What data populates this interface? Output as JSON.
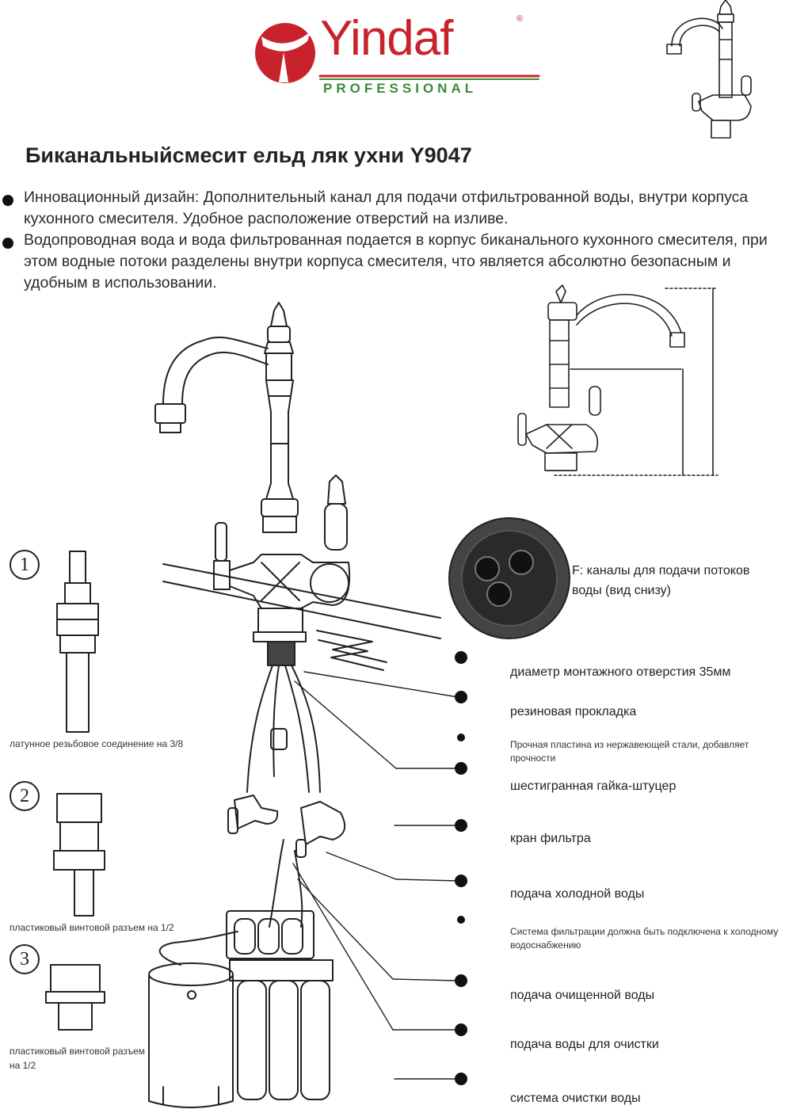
{
  "brand": {
    "name": "Yindaf",
    "tagline": "PROFESSIONAL",
    "registered": "®",
    "red": "#c8232c",
    "green": "#3a8a3a"
  },
  "title": "Биканальныйсмесит ельд ляк ухни Y9047",
  "bullets": [
    "Инновационный дизайн: Дополнительный канал для подачи отфильтрованной воды, внутри корпуса кухонного смесителя. Удобное расположение отверстий на изливе.",
    "Водопроводная вода и вода фильтрованная подается в корпус биканального кухонного смесителя, при этом водные потоки разделены внутри корпуса смесителя, что является абсолютно безопасным и удобным в использовании."
  ],
  "channels_label": "F: каналы для подачи потоков воды (вид снизу)",
  "callouts": [
    "диаметр монтажного отверстия 35мм",
    "резиновая прокладка",
    "Прочная пластина из нержавеющей стали, добавляет прочности",
    "шестигранная гайка-штуцер",
    "кран фильтра",
    "подача холодной воды",
    "Система фильтрации должна быть подключена к холодному водоснабжению",
    "подача очищенной воды",
    "подача воды для очистки",
    "система очистки воды"
  ],
  "parts": [
    {
      "number": "1",
      "label": "латунное резьбовое соединение на 3/8"
    },
    {
      "number": "2",
      "label": "пластиковый винтовой разъем на 1/2"
    },
    {
      "number": "3",
      "label": "пластиковый винтовой разъем на 1/2"
    }
  ]
}
